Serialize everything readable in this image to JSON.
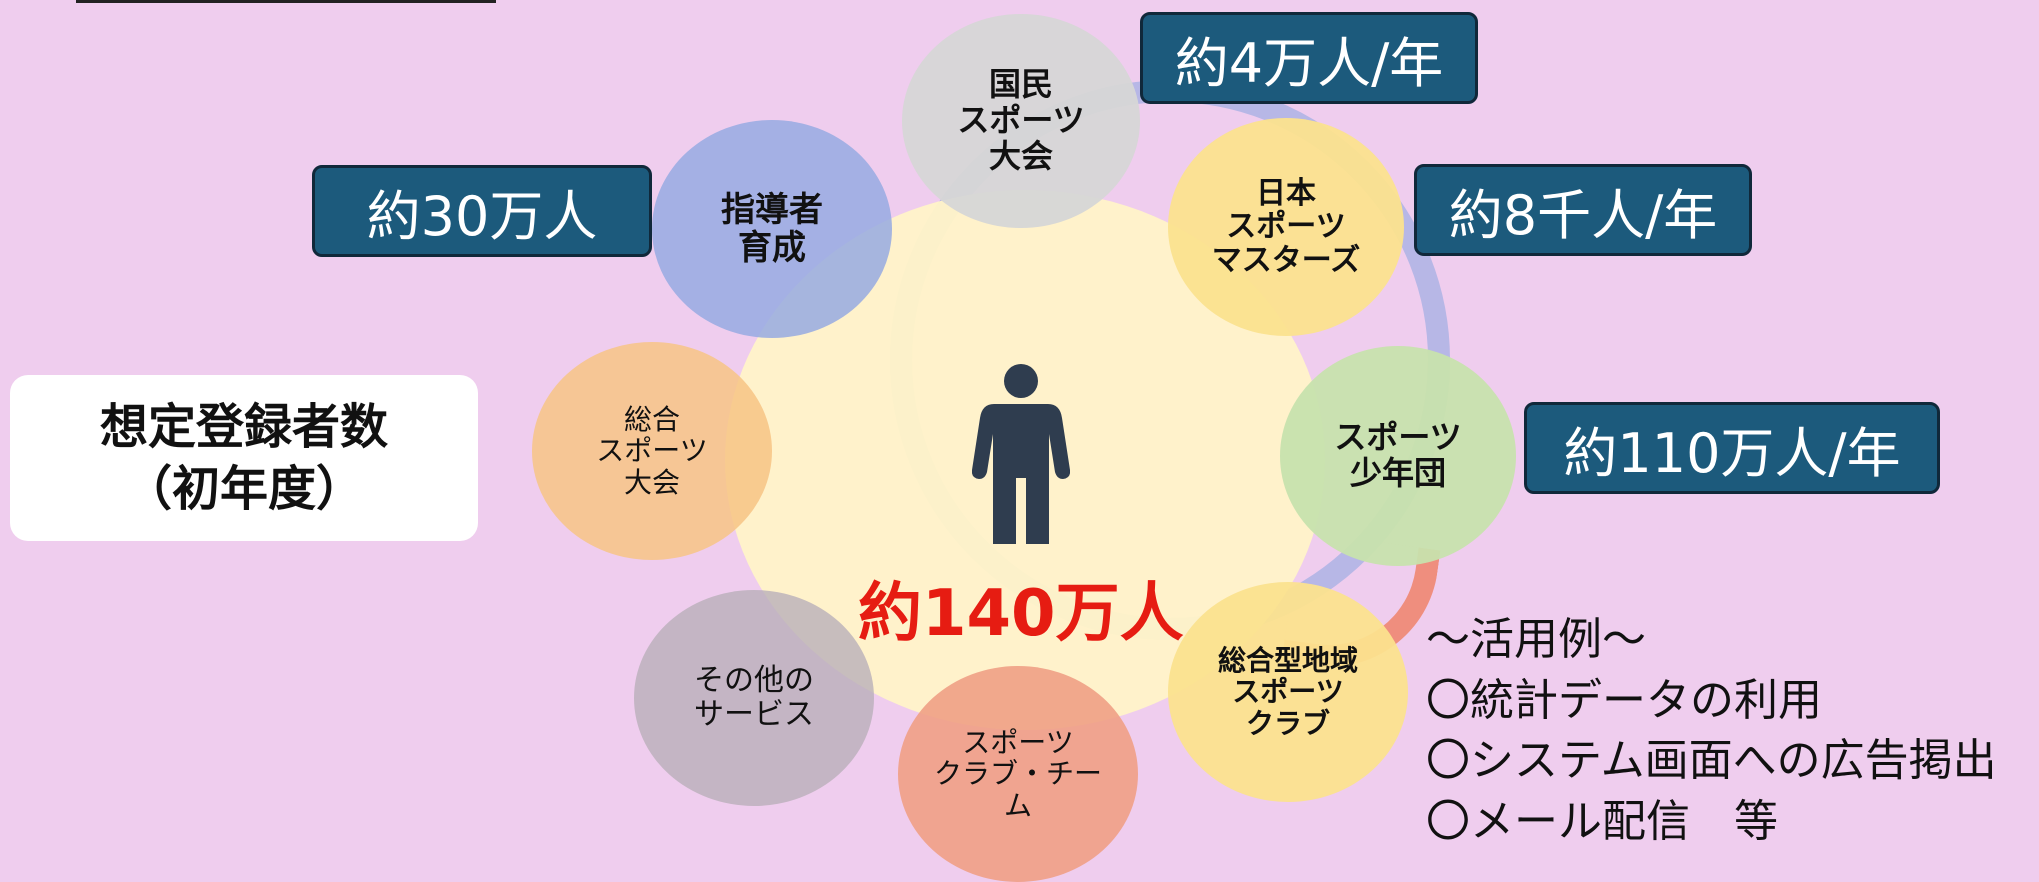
{
  "label": {
    "line1": "想定登録者数",
    "line2": "（初年度）"
  },
  "total": "約140万人",
  "person_icon": "person-icon",
  "bubbles": [
    {
      "text": "国民\nスポーツ\n大会",
      "color": "#d6d6d6"
    },
    {
      "text": "日本\nスポーツ\nマスターズ",
      "color": "#fbe28e"
    },
    {
      "text": "スポーツ\n少年団",
      "color": "#c7e1ad"
    },
    {
      "text": "総合型地域\nスポーツ\nクラブ",
      "color": "#fbe28e"
    },
    {
      "text": "スポーツ\nクラブ・チー\nム",
      "color": "#f0a085"
    },
    {
      "text": "その他の\nサービス",
      "color": "#c9b8c8"
    },
    {
      "text": "総合\nスポーツ\n大会",
      "color": "#f7c485"
    },
    {
      "text": "指導者\n育成",
      "color": "#9fb0e2"
    }
  ],
  "badges": [
    "約4万人/年",
    "約8千人/年",
    "約110万人/年",
    "約30万人"
  ],
  "notes": [
    "～活用例～",
    "〇統計データの利用",
    "〇システム画面への広告掲出",
    "〇メール配信　等"
  ]
}
